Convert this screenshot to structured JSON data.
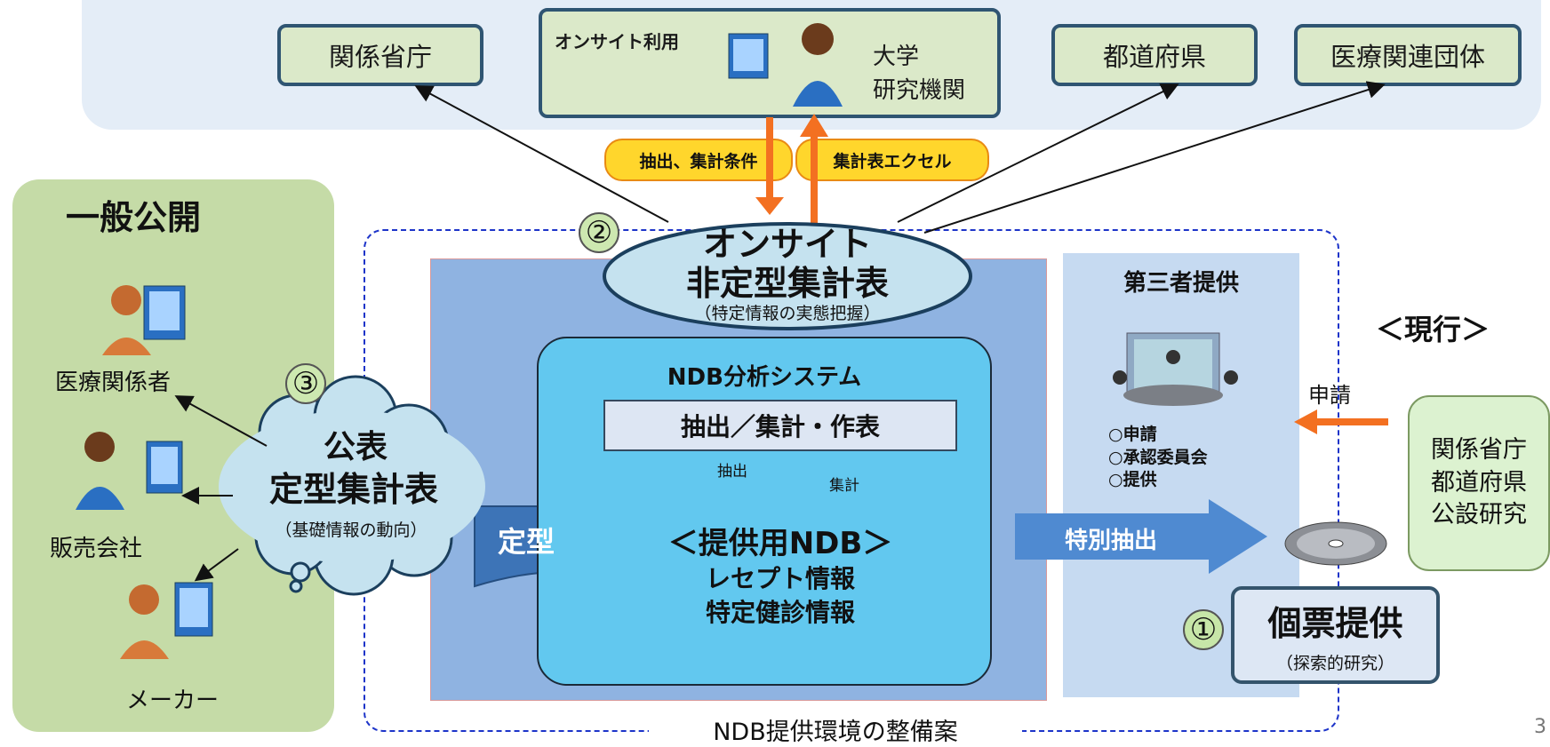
{
  "top": {
    "boxes": {
      "kankei_shocho": "関係省庁",
      "onsite_label": "オンサイト利用",
      "daigaku_line1": "大学",
      "daigaku_line2": "研究機関",
      "todofuken": "都道府県",
      "iryo_dantai": "医療関連団体"
    },
    "pills": {
      "extract_conditions": "抽出、集計条件",
      "excel": "集計表エクセル"
    }
  },
  "ippan": {
    "title": "一般公開",
    "users": [
      "医療関係者",
      "販売会社",
      "メーカー"
    ],
    "cloud_line1": "公表",
    "cloud_line2": "定型集計表",
    "cloud_sub": "（基礎情報の動向）",
    "num": "③"
  },
  "onsite": {
    "num": "②",
    "line1": "オンサイト",
    "line2": "非定型集計表",
    "sub": "（特定情報の実態把握）"
  },
  "ndb": {
    "title": "NDB分析システム",
    "process": "抽出／集計・作表",
    "arrow_down": "抽出",
    "arrow_up": "集計",
    "db_line1": "＜提供用NDB＞",
    "db_line2": "レセプト情報",
    "db_line3": "特定健診情報",
    "teikei": "定型"
  },
  "third": {
    "title": "第三者提供",
    "steps": [
      "○申請",
      "○承認委員会",
      "○提供"
    ],
    "tokubetsu": "特別抽出",
    "shinsei": "申請",
    "num": "①",
    "kohyo_title": "個票提供",
    "kohyo_sub": "（探索的研究）"
  },
  "side": {
    "genko": "＜現行＞",
    "applicants": [
      "関係省庁",
      "都道府県",
      "公設研究"
    ]
  },
  "footer": {
    "caption": "NDB提供環境の整備案",
    "page": "3"
  },
  "colors": {
    "orange_arrow": "#f37021",
    "dashed_border": "#1d34c9",
    "accent_green": "#c5dba7"
  }
}
